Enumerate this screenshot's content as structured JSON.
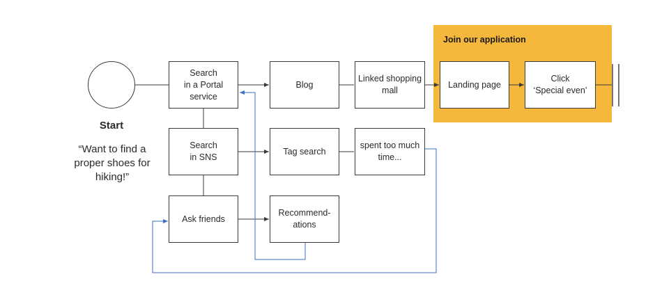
{
  "diagram": {
    "start": {
      "label": "Start",
      "quote": "“Want to find a\nproper shoes for\nhiking!”"
    },
    "highlight": {
      "title": "Join our application",
      "color": "#f5b83d"
    },
    "nodes": {
      "search_portal": "Search\nin a Portal service",
      "blog": "Blog",
      "linked_shopping": "Linked shopping\nmall",
      "landing_page": "Landing page",
      "click_special": "Click\n‘Special even’",
      "search_sns": "Search\nin SNS",
      "tag_search": "Tag search",
      "spent_time": "spent too much\ntime...",
      "ask_friends": "Ask friends",
      "recommendations": "Recommend-\nations"
    },
    "colors": {
      "line": "#3a3a3a",
      "feedback_line": "#3a6fc4"
    }
  }
}
